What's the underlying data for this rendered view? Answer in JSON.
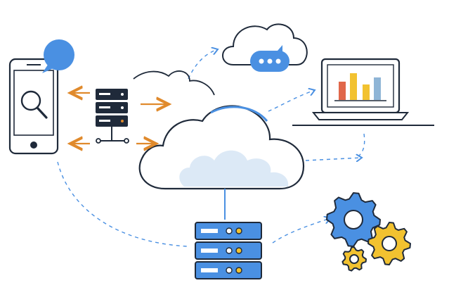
{
  "diagram": {
    "colors": {
      "outline": "#1f2a3a",
      "accent_blue": "#4a90e2",
      "light_blue": "#dce9f6",
      "orange": "#e08a2c",
      "gold": "#f2c230",
      "red_bar": "#e0674a",
      "gray_bar": "#8fb5d6"
    },
    "nodes": [
      {
        "id": "smartphone",
        "icon": "smartphone-search-icon"
      },
      {
        "id": "chat-bubble",
        "icon": "chat-bubble-icon"
      },
      {
        "id": "local-server",
        "icon": "server-rack-icon"
      },
      {
        "id": "main-cloud",
        "icon": "cloud-icon"
      },
      {
        "id": "chat-cloud",
        "icon": "cloud-chat-icon"
      },
      {
        "id": "laptop",
        "icon": "laptop-bar-chart-icon"
      },
      {
        "id": "data-server",
        "icon": "server-stack-icon"
      },
      {
        "id": "gears",
        "icon": "gears-icon"
      }
    ],
    "connections": [
      {
        "from": "local-server",
        "to": "smartphone",
        "style": "arrow-orange"
      },
      {
        "from": "local-server",
        "to": "main-cloud",
        "style": "arrow-orange"
      },
      {
        "from": "smartphone",
        "to": "chat-cloud",
        "style": "dashed-blue"
      },
      {
        "from": "main-cloud",
        "to": "laptop",
        "style": "dashed-blue"
      },
      {
        "from": "main-cloud",
        "to": "data-server",
        "style": "solid-blue"
      },
      {
        "from": "data-server",
        "to": "gears",
        "style": "dashed-blue"
      }
    ]
  }
}
